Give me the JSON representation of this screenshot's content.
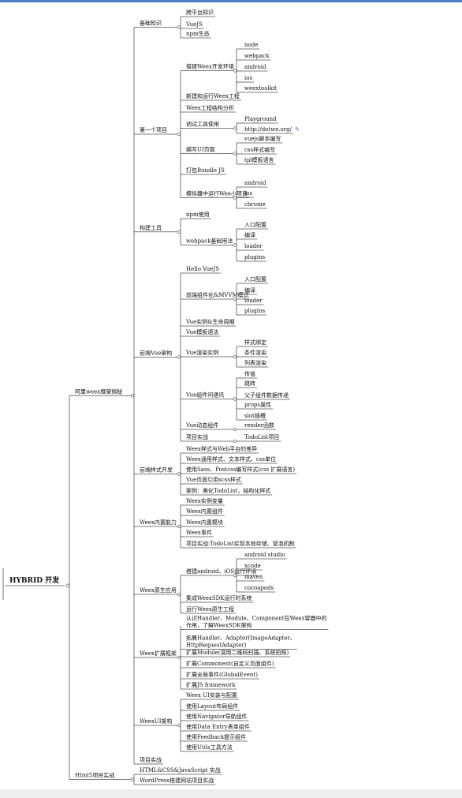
{
  "root": "HYBRID 开发",
  "sections": [
    {
      "label": "阿里weex框架揭秘",
      "children": [
        {
          "label": "基础知识",
          "children": [
            {
              "label": "跨平台知识"
            },
            {
              "label": "VueJS"
            },
            {
              "label": "npm生态"
            }
          ]
        },
        {
          "label": "第一个项目",
          "children": [
            {
              "label": "搭建Weex开发环境",
              "children": [
                {
                  "label": "node"
                },
                {
                  "label": "webpack"
                },
                {
                  "label": "android"
                },
                {
                  "label": "ios"
                },
                {
                  "label": "weextoolkit"
                }
              ]
            },
            {
              "label": "新建和运行Weex工程"
            },
            {
              "label": "Weex工程结构分析"
            },
            {
              "label": "调试工具使用",
              "children": [
                {
                  "label": "Playground"
                },
                {
                  "label": "http://dotwe.org/",
                  "link": true
                }
              ]
            },
            {
              "label": "编写UI页面",
              "children": [
                {
                  "label": "vuejs脚本编写"
                },
                {
                  "label": "css样式编写"
                },
                {
                  "label": "tpl模板语言"
                }
              ]
            },
            {
              "label": "打包Bundle JS"
            },
            {
              "label": "模拟器中运行Wee小项目",
              "children": [
                {
                  "label": "android"
                },
                {
                  "label": "ios"
                },
                {
                  "label": "chrome"
                }
              ]
            }
          ]
        },
        {
          "label": "构建工具",
          "children": [
            {
              "label": "npm使用"
            },
            {
              "label": "webpack基础用法",
              "children": [
                {
                  "label": "入口配置"
                },
                {
                  "label": "编译"
                },
                {
                  "label": "loader"
                },
                {
                  "label": "plugins"
                }
              ]
            }
          ]
        },
        {
          "label": "前端Vue架构",
          "children": [
            {
              "label": "Hello VueJS"
            },
            {
              "label": "前端组件化&MVVM模式",
              "children": [
                {
                  "label": "入口配置"
                },
                {
                  "label": "编译"
                },
                {
                  "label": "loader"
                },
                {
                  "label": "plugins"
                }
              ]
            },
            {
              "label": "Vue实例&生命周期"
            },
            {
              "label": "Vue模板语法"
            },
            {
              "label": "Vue渲染实例",
              "children": [
                {
                  "label": "样式绑定"
                },
                {
                  "label": "条件渲染"
                },
                {
                  "label": "列表渲染"
                }
              ]
            },
            {
              "label": "Vue组件间通讯",
              "children": [
                {
                  "label": "传值"
                },
                {
                  "label": "跳转"
                },
                {
                  "label": "父子组件数据传递"
                },
                {
                  "label": "props属性"
                },
                {
                  "label": "slot插槽"
                }
              ]
            },
            {
              "label": "Vue动态组件",
              "children": [
                {
                  "label": "render函数"
                }
              ]
            },
            {
              "label": "项目实战",
              "children": [
                {
                  "label": "TodoList项目"
                }
              ]
            }
          ]
        },
        {
          "label": "前端样式开发",
          "children": [
            {
              "label": "Weex样式与Web平台的差异"
            },
            {
              "label": "Weex通用样式、文本样式、css单位"
            },
            {
              "label": "使用Sass、Postcss编写样式(css 扩展语言)"
            },
            {
              "label": "Vue页面引用scss样式"
            },
            {
              "label": "案例：美化TodoList，结构化样式"
            }
          ]
        },
        {
          "label": "Weex内置能力",
          "children": [
            {
              "label": "Weex实例变量"
            },
            {
              "label": "Weex内置组件"
            },
            {
              "label": "Weex内置模块"
            },
            {
              "label": "Weex事件"
            },
            {
              "label": "项目实战:TodoList实现本地存储、冒泡机制"
            }
          ]
        },
        {
          "label": "Weex原生应用",
          "children": [
            {
              "label": "搭建android、iOS运行环境",
              "children": [
                {
                  "label": "android studio"
                },
                {
                  "label": "xcode"
                },
                {
                  "label": "maven"
                },
                {
                  "label": "cocoapods"
                }
              ]
            },
            {
              "label": "集成WeexSDK运行时系统"
            },
            {
              "label": "运行Weex原生工程"
            }
          ]
        },
        {
          "label": "Weex扩展框架",
          "children": [
            {
              "label": "认识Handler、Module、Component在Weex容器中的作用，了解WeexSDK架构"
            },
            {
              "label": "拓展Handler、Adapter(ImageAdapter、HttpRequestAdapter)"
            },
            {
              "label": "扩展Module(调用二维码扫描、系统拍照)"
            },
            {
              "label": "扩展Commonent(自定义页面组件)"
            },
            {
              "label": "扩展全局事件(GlobalEvent)"
            },
            {
              "label": "扩展JS framework"
            }
          ]
        },
        {
          "label": "WeexUI架构",
          "children": [
            {
              "label": "Weex UI安装与配置"
            },
            {
              "label": "使用Layout布局组件"
            },
            {
              "label": "使用Navigator导航组件"
            },
            {
              "label": "使用Data Entry表单组件"
            },
            {
              "label": "使用Feedback提示组件"
            },
            {
              "label": "使用Utils工具方法"
            }
          ]
        },
        {
          "label": "项目实战"
        }
      ]
    },
    {
      "label": "Html5项目实战",
      "children": [
        {
          "label": "HTML&CSS&JavaScript 实战"
        },
        {
          "label": "WordPress搭建网站项目实战"
        }
      ]
    }
  ],
  "colors": {
    "accent_bar": "#4a7fc8",
    "line": "#555555",
    "link_icon": "#2a62c9"
  }
}
